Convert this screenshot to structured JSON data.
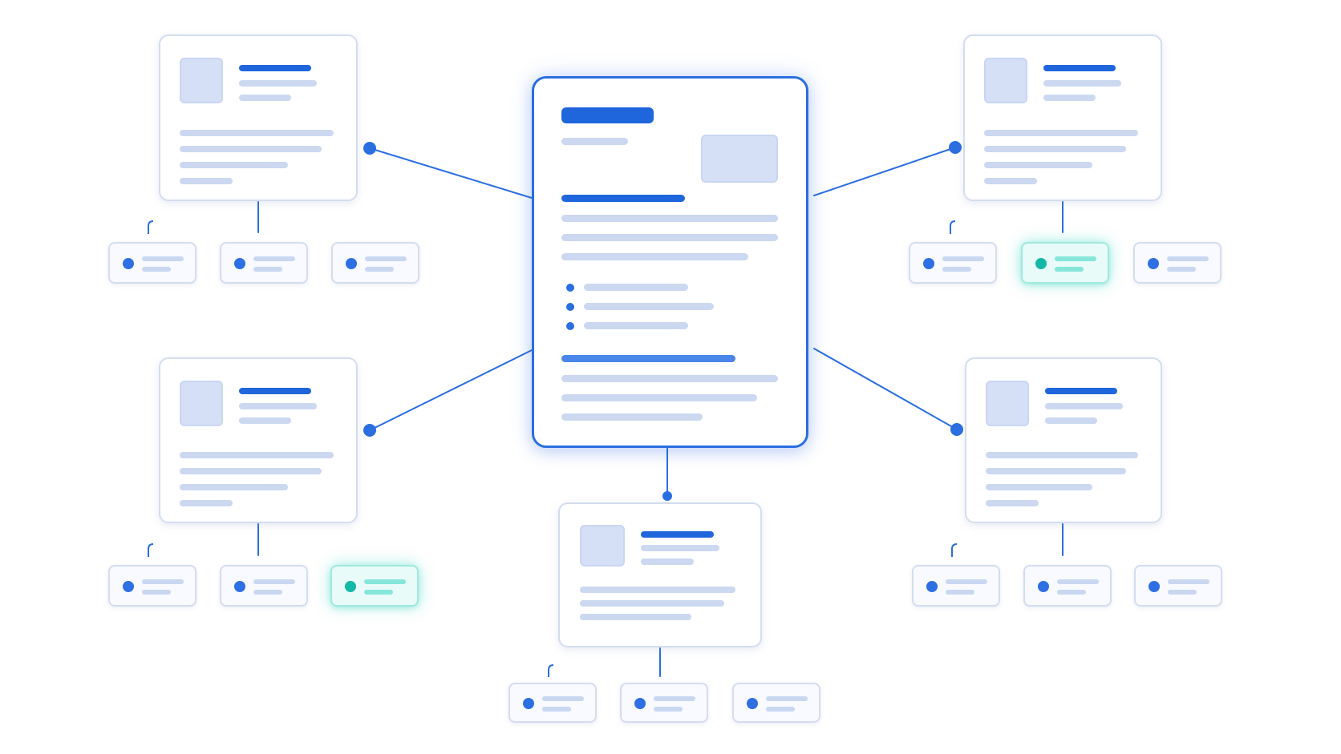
{
  "colors": {
    "accent": "#1f66dd",
    "connector": "#2a6ee0",
    "node_border": "#d3ddef",
    "placeholder_line": "#cbd8f0",
    "thumbnail": "#d5e0f6",
    "highlight": "#14b8a6",
    "highlight_bg": "#e8fbf8"
  },
  "diagram": {
    "kind": "hub-and-spoke document map",
    "central_node": {
      "icon": "document-icon",
      "highlighted": false
    },
    "satellite_nodes": [
      {
        "id": "top-left",
        "child_count": 3,
        "highlighted_child": null
      },
      {
        "id": "top-right",
        "child_count": 3,
        "highlighted_child": 2
      },
      {
        "id": "bottom-left",
        "child_count": 3,
        "highlighted_child": 3
      },
      {
        "id": "bottom-right",
        "child_count": 3,
        "highlighted_child": null
      },
      {
        "id": "bottom-center",
        "child_count": 3,
        "highlighted_child": null
      }
    ]
  }
}
